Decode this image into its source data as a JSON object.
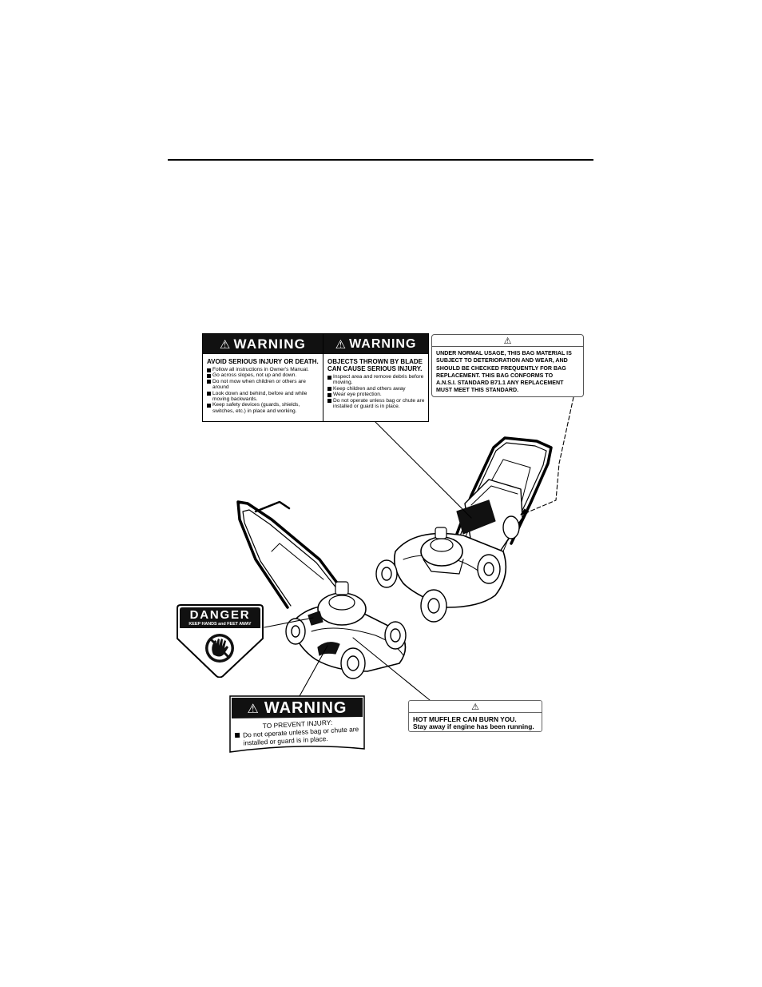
{
  "warning_dual": {
    "left": {
      "title": "WARNING",
      "subtitle": "AVOID SERIOUS INJURY OR DEATH.",
      "items": [
        "Follow all instructions in Owner's Manual.",
        "Go across slopes, not up and down.",
        "Do not mow when children or others are around",
        "Look down and behind, before and while moving backwards.",
        "Keep safety devices (guards, shields, switches, etc.) in place and working."
      ]
    },
    "right": {
      "title": "WARNING",
      "subtitle_l1": "OBJECTS THROWN BY BLADE",
      "subtitle_l2": "CAN CAUSE SERIOUS INJURY.",
      "items": [
        "Inspect area and remove debris before mowing.",
        "Keep children and others away",
        "Wear eye protection.",
        "Do not operate unless bag or chute are installed or guard is in place."
      ]
    }
  },
  "bag_label": {
    "lines": [
      "UNDER NORMAL USAGE, THIS BAG MATERIAL IS",
      "SUBJECT TO DETERIORATION AND WEAR, AND",
      "SHOULD BE CHECKED FREQUENTLY FOR BAG",
      "REPLACEMENT. THIS BAG CONFORMS TO",
      "A.N.S.I. STANDARD B71.1 ANY REPLACEMENT",
      "MUST MEET THIS STANDARD."
    ]
  },
  "danger_label": {
    "title": "DANGER",
    "subtitle": "KEEP HANDS and FEET AWAY"
  },
  "curved_warning": {
    "title": "WARNING",
    "subtitle": "TO PREVENT INJURY:",
    "text": "Do not operate unless bag or chute are installed or guard is in place."
  },
  "hot_muffler": {
    "line1": "HOT MUFFLER CAN BURN YOU.",
    "line2": "Stay away if engine has been running."
  },
  "icons": [
    "warning-triangle-icon",
    "hand-prohibition-icon"
  ]
}
